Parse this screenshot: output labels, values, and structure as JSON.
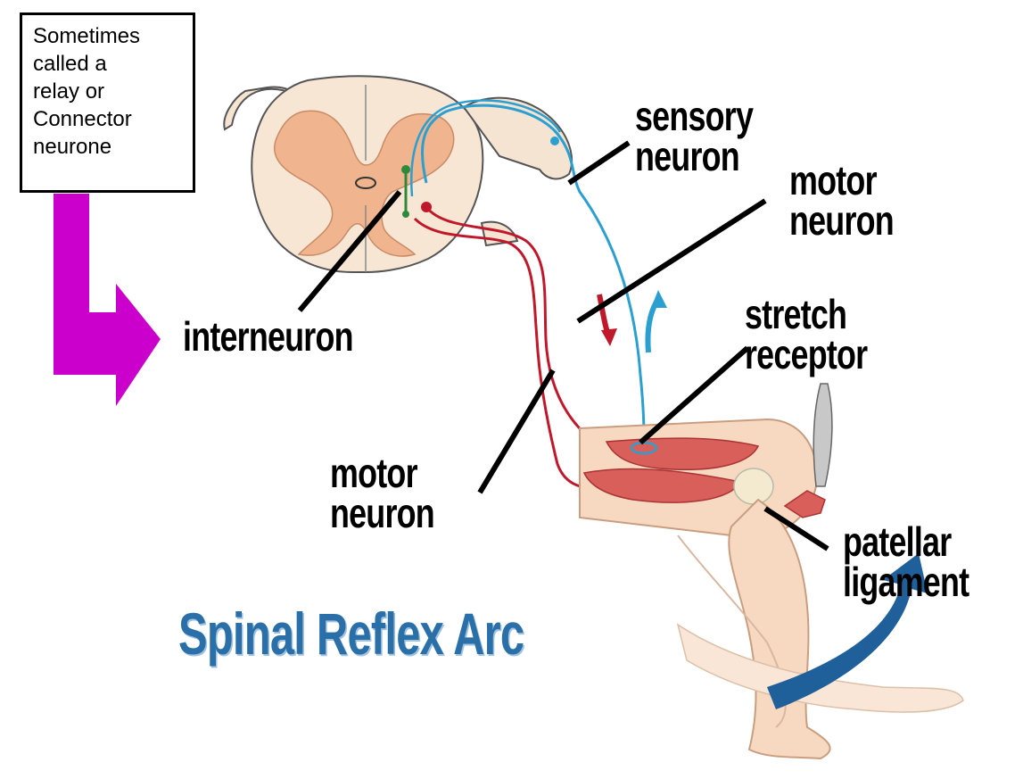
{
  "note": {
    "lines": [
      "Sometimes",
      "called a",
      "relay or",
      "Connector",
      "neurone"
    ]
  },
  "labels": {
    "sensory_neuron": [
      "sensory",
      "neuron"
    ],
    "motor_neuron_right": [
      "motor",
      "neuron"
    ],
    "stretch_receptor": [
      "stretch",
      "receptor"
    ],
    "interneuron": [
      "interneuron"
    ],
    "motor_neuron_left": [
      "motor",
      "neuron"
    ],
    "patellar_ligament": [
      "patellar",
      "ligament"
    ]
  },
  "title": "Spinal Reflex Arc",
  "colors": {
    "sensory": "#2a9fd0",
    "motor": "#c0182a",
    "arrow_magenta": "#cc00cc",
    "title_blue": "#2a6fa8",
    "kick_arrow": "#1f5f9a",
    "skin": "#f6d9c0",
    "grey_matter": "#f0b58e",
    "muscle": "#d9605a"
  }
}
